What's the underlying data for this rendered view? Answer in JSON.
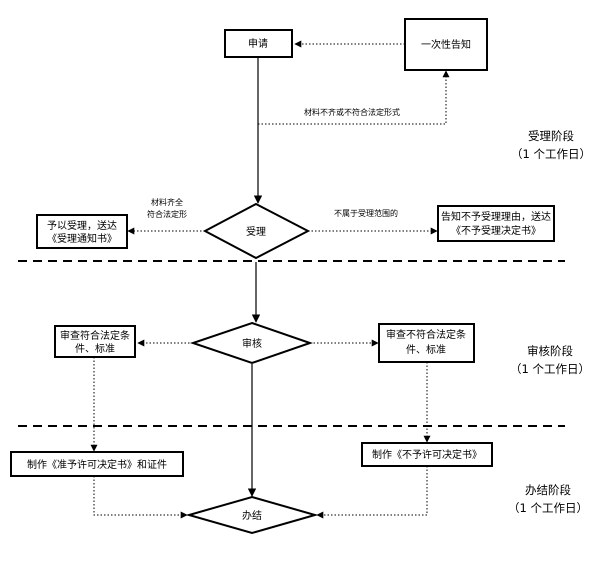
{
  "nodes": {
    "apply": "申请",
    "one_time_notice": "一次性告知",
    "accept": "受理",
    "grant_accept_line1": "予以受理，送达",
    "grant_accept_line2": "《受理通知书》",
    "notify_not_accept_line1": "告知不予受理理由，送达",
    "notify_not_accept_line2": "《不予受理决定书》",
    "review": "审核",
    "check_left_line1": "审查符合法定条",
    "check_left_line2": "件、标准",
    "check_right_line1": "审查不符合法定条",
    "check_right_line2": "件、标准",
    "make_permit": "制作《准予许可决定书》和证件",
    "make_reject": "制作《不予许可决定书》",
    "conclude": "办结"
  },
  "edge_labels": {
    "materials_incomplete": "材料不齐或不符合法定形式",
    "materials_complete_line1": "材料齐全",
    "materials_complete_line2": "符合法定形",
    "out_of_scope": "不属于受理范围的"
  },
  "stages": [
    {
      "name": "受理阶段",
      "duration": "（1 个工作日）"
    },
    {
      "name": "审核阶段",
      "duration": "（1 个工作日）"
    },
    {
      "name": "办结阶段",
      "duration": "（1 个工作日）"
    }
  ]
}
